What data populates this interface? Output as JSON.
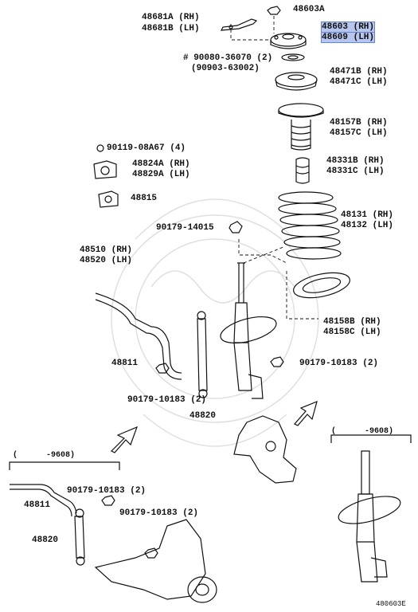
{
  "footer": {
    "ref": "480603E"
  },
  "ranges": {
    "top_range": "(      -9608)",
    "right_range": "(      -9608)"
  },
  "labels": {
    "p48681a": "48681A (RH)",
    "p48681b": "48681B (LH)",
    "p48603a": "48603A",
    "p48603": "48603 (RH)",
    "p48609": "48609 (LH)",
    "p90080": "# 90080-36070 (2)",
    "p90903": "(90903-63002)",
    "p48471b": "48471B (RH)",
    "p48471c": "48471C (LH)",
    "p48157b": "48157B (RH)",
    "p48157c": "48157C (LH)",
    "p48331b": "48331B (RH)",
    "p48331c": "48331C (LH)",
    "p90119": "90119-08A67 (4)",
    "p48824": "48824A (RH)",
    "p48829": "48829A (LH)",
    "p48815": "48815",
    "p90179_14015": "90179-14015",
    "p48131": "48131 (RH)",
    "p48132": "48132 (LH)",
    "p48510": "48510 (RH)",
    "p48520": "48520 (LH)",
    "p48158b": "48158B (RH)",
    "p48158c": "48158C (LH)",
    "p48811": "48811",
    "p90179_10183_a": "90179-10183 (2)",
    "p90179_10183_b": "90179-10183 (2)",
    "p48820": "48820",
    "p48811_b": "48811",
    "p90179_10183_c": "90179-10183 (2)",
    "p90179_10183_d": "90179-10183 (2)",
    "p48820_b": "48820"
  },
  "highlight": {
    "color": "#b6c6ee",
    "parts": [
      "48603 (RH)",
      "48609 (LH)"
    ]
  }
}
